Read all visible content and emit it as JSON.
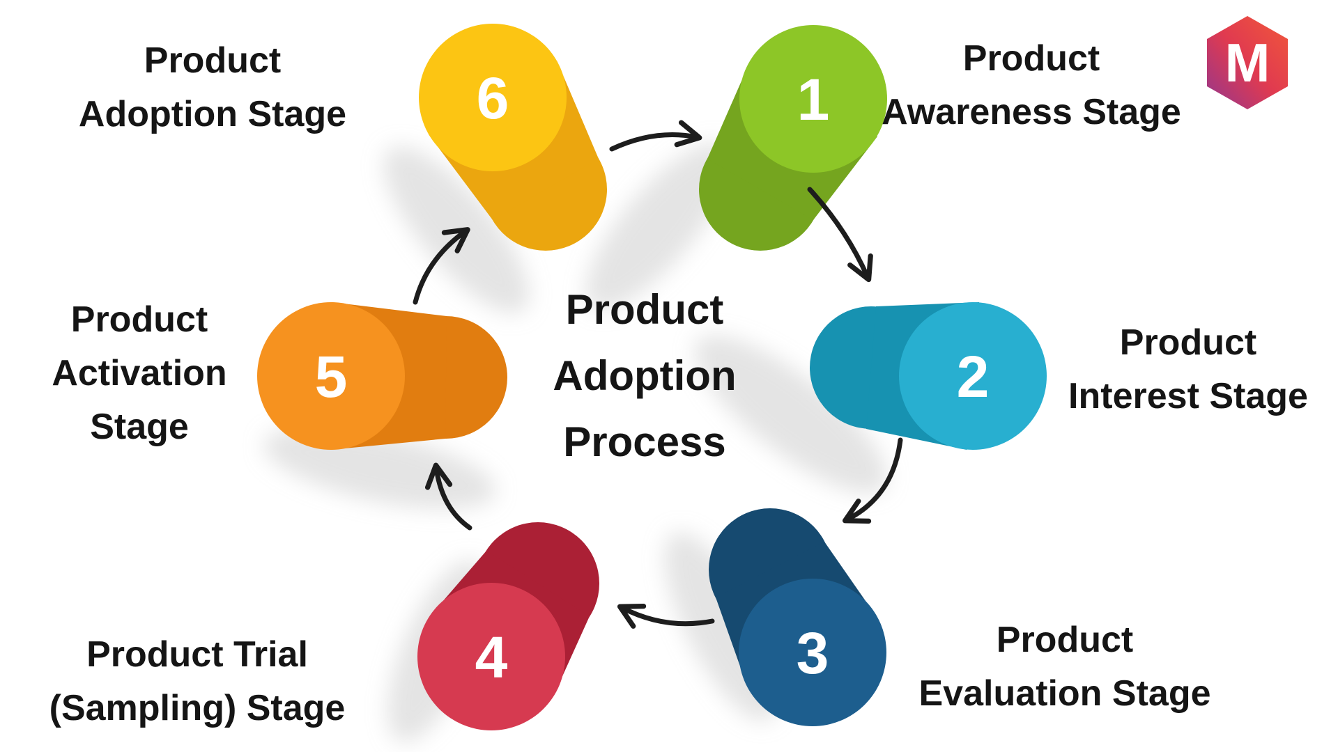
{
  "colors": {
    "background": "#ffffff",
    "text": "#151515",
    "arrow": "#1d1d1d",
    "number_text": "#ffffff",
    "shadow": "#c9c9c9"
  },
  "title": {
    "line1": "Product",
    "line2": "Adoption",
    "line3": "Process"
  },
  "logo": {
    "letter": "M",
    "gradient_start": "#93378F",
    "gradient_mid": "#E03A50",
    "gradient_end": "#F1583A"
  },
  "stages": [
    {
      "number": "1",
      "label_line1": "Product",
      "label_line2": "Awareness Stage",
      "face_color": "#8DC627",
      "body_color": "#75A51F"
    },
    {
      "number": "2",
      "label_line1": "Product",
      "label_line2": "Interest Stage",
      "face_color": "#28AFD0",
      "body_color": "#1792B1"
    },
    {
      "number": "3",
      "label_line1": "Product",
      "label_line2": "Evaluation Stage",
      "face_color": "#1D5E8E",
      "body_color": "#164A70"
    },
    {
      "number": "4",
      "label_line1": "Product Trial",
      "label_line2": "(Sampling) Stage",
      "face_color": "#D63A50",
      "body_color": "#AB2035"
    },
    {
      "number": "5",
      "label_line1": "Product",
      "label_line2": "Activation",
      "label_line3": "Stage",
      "face_color": "#F6921F",
      "body_color": "#E17D10"
    },
    {
      "number": "6",
      "label_line1": "Product",
      "label_line2": "Adoption Stage",
      "face_color": "#FCC513",
      "body_color": "#EBA60F"
    }
  ]
}
